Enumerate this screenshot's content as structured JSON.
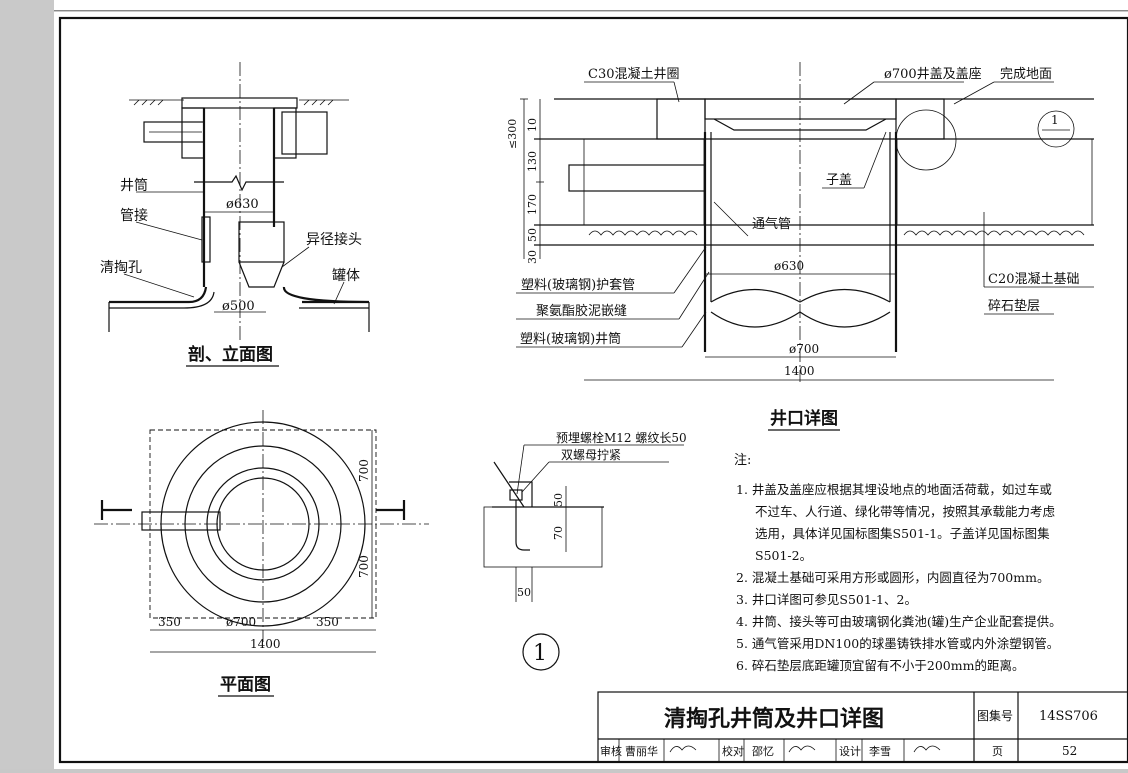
{
  "labels": {
    "c30_ring": "C30混凝土井圈",
    "cover_seat": "ø700井盖及盖座",
    "finished_ground": "完成地面",
    "detail_ref_top": "1",
    "sub_cover": "子盖",
    "vent_pipe": "通气管",
    "c20_foundation": "C20混凝土基础",
    "gravel": "碎石垫层",
    "sleeve": "塑料(玻璃钢)护套管",
    "sealant": "聚氨酯胶泥嵌缝",
    "shaft_plastic": "塑料(玻璃钢)井筒",
    "well_shaft": "井筒",
    "pipe_joint": "管接",
    "reducer": "异径接头",
    "cleanout": "清掏孔",
    "tank_body": "罐体",
    "bolt_1": "预埋螺栓M12 螺纹长50",
    "bolt_2": "双螺母拧紧",
    "detail_circle": "1"
  },
  "dims": {
    "d630_left": "ø630",
    "d500": "ø500",
    "d630_mid": "ø630",
    "d700_mid": "ø700",
    "w1400_mid": "1400",
    "h300": "≤300",
    "h10": "10",
    "h130": "130",
    "h170": "170",
    "h50": "50",
    "h30": "30",
    "plan_700_top": "700",
    "plan_700_bottom": "700",
    "plan_350_left": "350",
    "plan_d700": "ø700",
    "plan_350_right": "350",
    "plan_1400": "1400",
    "det_50a": "50",
    "det_70": "70",
    "det_50b": "50"
  },
  "titles": {
    "section": "剖、立面图",
    "wellhead": "井口详图",
    "plan": "平面图"
  },
  "notes": {
    "heading": "注:",
    "n1a": "1. 井盖及盖座应根据其埋设地点的地面活荷载，如过车或",
    "n1b": "不过车、人行道、绿化带等情况，按照其承载能力考虑",
    "n1c": "选用，具体详见国标图集S501-1。子盖详见国标图集",
    "n1d": "S501-2。",
    "n2": "2. 混凝土基础可采用方形或圆形，内圆直径为700mm。",
    "n3": "3. 井口详图可参见S501-1、2。",
    "n4": "4. 井筒、接头等可由玻璃钢化粪池(罐)生产企业配套提供。",
    "n5": "5. 通气管采用DN100的球墨铸铁排水管或内外涂塑钢管。",
    "n6": "6. 碎石垫层底距罐顶宜留有不小于200mm的距离。"
  },
  "title_block": {
    "drawing_title": "清掏孔井筒及井口详图",
    "atlas_label": "图集号",
    "atlas_no": "14SS706",
    "review_label": "审核",
    "review_name": "曹丽华",
    "check_label": "校对",
    "check_name": "邵忆",
    "design_label": "设计",
    "design_name": "李雪",
    "page_label": "页",
    "page_no": "52"
  }
}
